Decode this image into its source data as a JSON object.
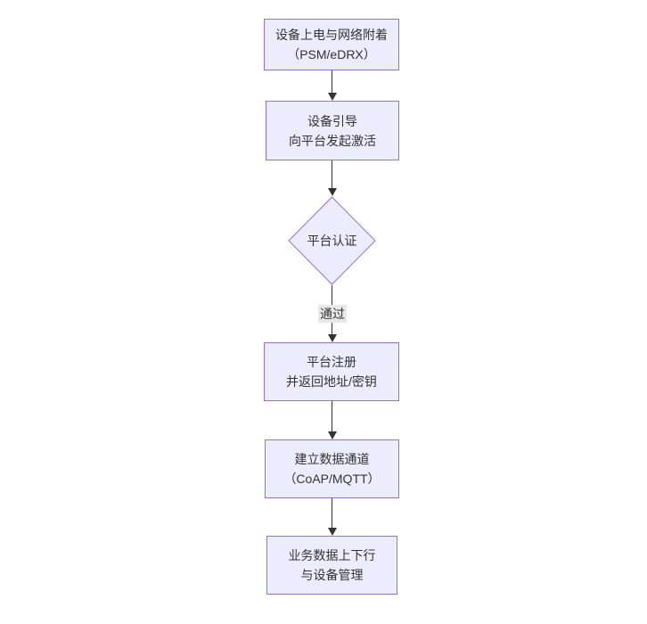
{
  "diagram": {
    "type": "flowchart",
    "direction": "top-down",
    "nodes": [
      {
        "id": "attach",
        "shape": "rect",
        "lines": [
          "设备上电与网络附着",
          "（PSM/eDRX）"
        ]
      },
      {
        "id": "bootstrap",
        "shape": "rect",
        "lines": [
          "设备引导",
          "向平台发起激活"
        ]
      },
      {
        "id": "auth",
        "shape": "diamond",
        "lines": [
          "平台认证"
        ]
      },
      {
        "id": "register",
        "shape": "rect",
        "lines": [
          "平台注册",
          "并返回地址/密钥"
        ]
      },
      {
        "id": "channel",
        "shape": "rect",
        "lines": [
          "建立数据通道",
          "（CoAP/MQTT）"
        ]
      },
      {
        "id": "business",
        "shape": "rect",
        "lines": [
          "业务数据上下行",
          "与设备管理"
        ]
      }
    ],
    "edges": [
      {
        "from": "attach",
        "to": "bootstrap",
        "label": ""
      },
      {
        "from": "bootstrap",
        "to": "auth",
        "label": ""
      },
      {
        "from": "auth",
        "to": "register",
        "label": "通过"
      },
      {
        "from": "register",
        "to": "channel",
        "label": ""
      },
      {
        "from": "channel",
        "to": "business",
        "label": ""
      }
    ],
    "colors": {
      "node_fill": "#ECECFF",
      "node_border": "#9370DB",
      "text_color": "#333333",
      "edge_color": "#333333",
      "edge_label_bg": "#e8e8e8",
      "bg_color": "#ffffff"
    }
  }
}
